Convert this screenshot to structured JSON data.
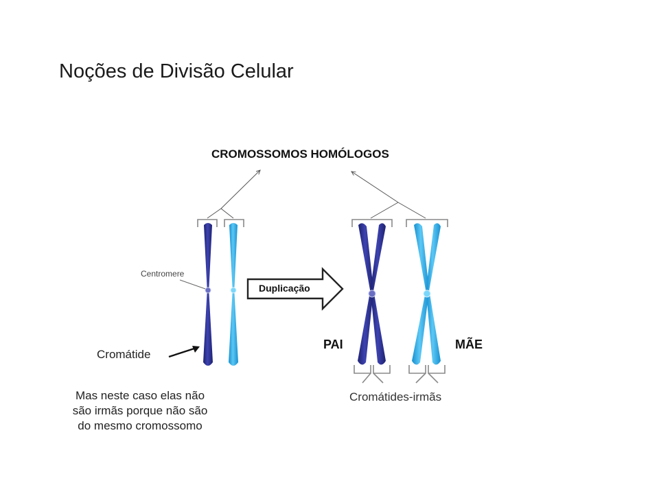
{
  "slide": {
    "title": "Noções de Divisão Celular"
  },
  "diagram": {
    "header_label": "CROMOSSOMOS HOMÓLOGOS",
    "centromere_label": "Centromere",
    "chromatid_label": "Cromátide",
    "arrow_label": "Duplicação",
    "father_label": "PAI",
    "mother_label": "MÃE",
    "sister_chromatids_label": "Cromátides-irmãs",
    "note_lines": [
      "Mas neste caso elas não",
      "são irmãs porque não são",
      "do mesmo cromossomo"
    ],
    "colors": {
      "father_chromosome": "#2b2f8f",
      "mother_chromosome": "#29a9e6",
      "bracket": "#888888",
      "arrow": "#333333"
    }
  }
}
